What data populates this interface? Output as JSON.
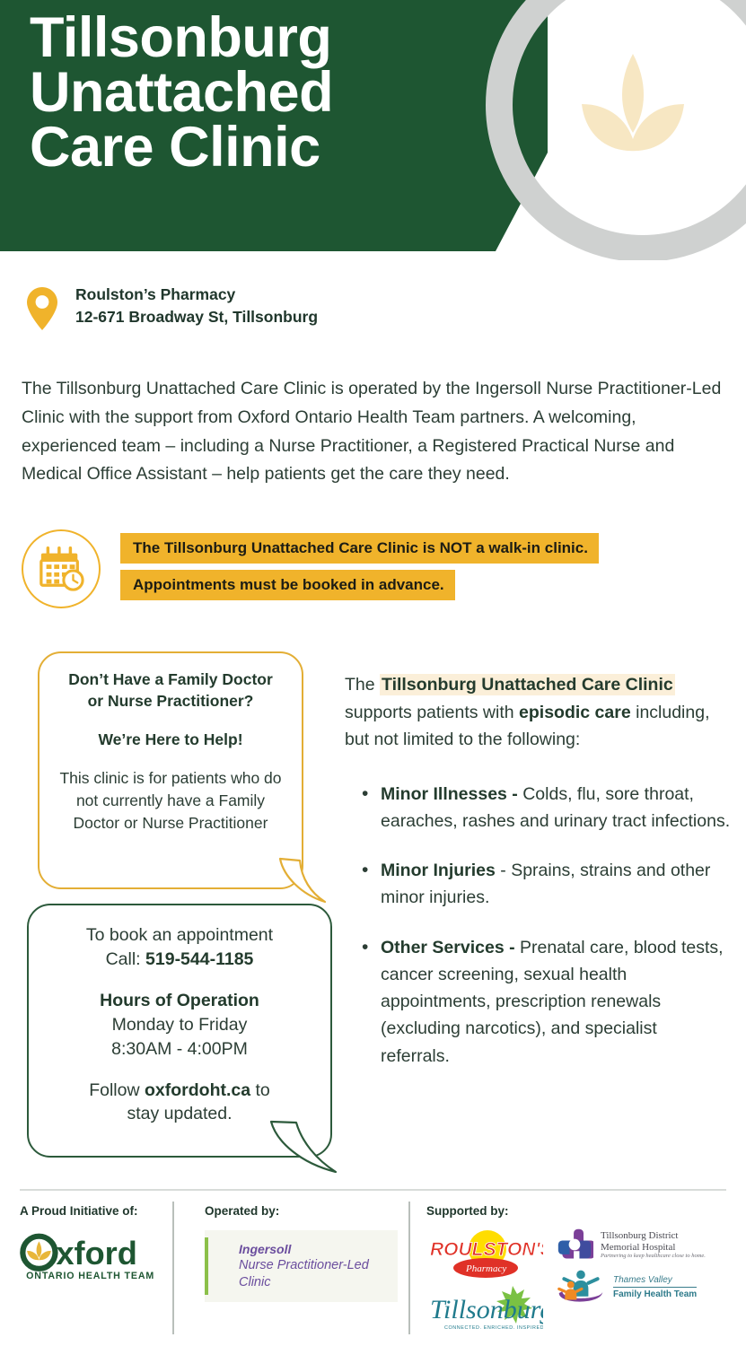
{
  "header": {
    "title": "Tillsonburg\nUnattached\nCare Clinic",
    "green_color": "#1e5632",
    "ring_color": "#cfd1d0",
    "leaf_color": "#f7e7c3"
  },
  "location": {
    "pin_icon": "map-pin-icon",
    "pin_color": "#f0b32b",
    "name": "Roulston’s Pharmacy",
    "address": "12-671 Broadway St, Tillsonburg"
  },
  "intro": {
    "paragraph": "The Tillsonburg Unattached Care Clinic is operated by the Ingersoll Nurse Practitioner-Led Clinic with the support from Oxford Ontario Health Team partners.  A welcoming, experienced team – including a Nurse Practitioner, a Registered Practical Nurse and Medical Office Assistant – help patients get the care they need."
  },
  "alert": {
    "icon": "calendar-clock-icon",
    "accent_color": "#f0b32b",
    "line1": "The Tillsonburg Unattached Care Clinic is NOT a walk-in clinic.",
    "line2": "Appointments must be booked in advance."
  },
  "bubble_gold": {
    "border_color": "#e3ae35",
    "heading1": "Don’t Have a Family Doctor",
    "heading2": "or Nurse Practitioner?",
    "heading3": "We’re Here to Help!",
    "body1": "This clinic is for patients who do",
    "body2": "not currently have a Family",
    "body3": "Doctor or Nurse Practitioner"
  },
  "bubble_green": {
    "border_color": "#2c5a3b",
    "book_line1": "To book an appointment",
    "book_call_label": "Call: ",
    "phone": "519-544-1185",
    "hours_heading": "Hours of Operation",
    "hours_days": "Monday to Friday",
    "hours_time": "8:30AM - 4:00PM",
    "follow_prefix": "Follow ",
    "follow_site": "oxfordoht.ca",
    "follow_suffix": " to",
    "follow_line2": "stay updated."
  },
  "services": {
    "intro_prefix": "The ",
    "intro_highlight": "Tillsonburg Unattached Care Clinic",
    "intro_mid": " supports patients with ",
    "intro_bold": "episodic care",
    "intro_suffix": " including, but not limited to the following:",
    "highlight_color": "#fbefd9",
    "items": [
      {
        "term": "Minor Illnesses -",
        "description": " Colds, flu, sore throat, earaches, rashes and urinary tract infections."
      },
      {
        "term": "Minor Injuries",
        "description": " - Sprains, strains and other minor injuries."
      },
      {
        "term": "Other Services -",
        "description": " Prenatal care, blood tests, cancer screening, sexual health appointments, prescription renewals (excluding narcotics), and specialist referrals."
      }
    ]
  },
  "footer": {
    "initiative_label": "A Proud Initiative of:",
    "operated_label": "Operated by:",
    "supported_label": "Supported by:",
    "oxford": {
      "wordmark": "xford",
      "tagline": "ONTARIO HEALTH TEAM",
      "color": "#1e5632",
      "leaf_color": "#e8b63a"
    },
    "ingersoll": {
      "line1": "Ingersoll",
      "line2": "Nurse Practitioner-Led Clinic",
      "color": "#6b4e9e",
      "bar_color": "#8cc04a"
    },
    "roulstons": {
      "name": "ROULSTON'S",
      "sub": "Pharmacy",
      "color": "#e03127",
      "sun_color": "#ffdd00"
    },
    "tillsonburg": {
      "name": "Tillsonburg",
      "tagline": "CONNECTED. ENRICHED. INSPIRED.",
      "color": "#1f7a8c",
      "leaf_color": "#7ac143"
    },
    "tdmh": {
      "line1": "Tillsonburg District",
      "line2": "Memorial Hospital",
      "tagline": "Partnering to keep healthcare close to home.",
      "color": "#4a4a52"
    },
    "tvfht": {
      "line1": "Thames Valley",
      "line2": "Family Health Team",
      "color": "#2d7a8a",
      "swoosh_color": "#7b3f98"
    }
  }
}
